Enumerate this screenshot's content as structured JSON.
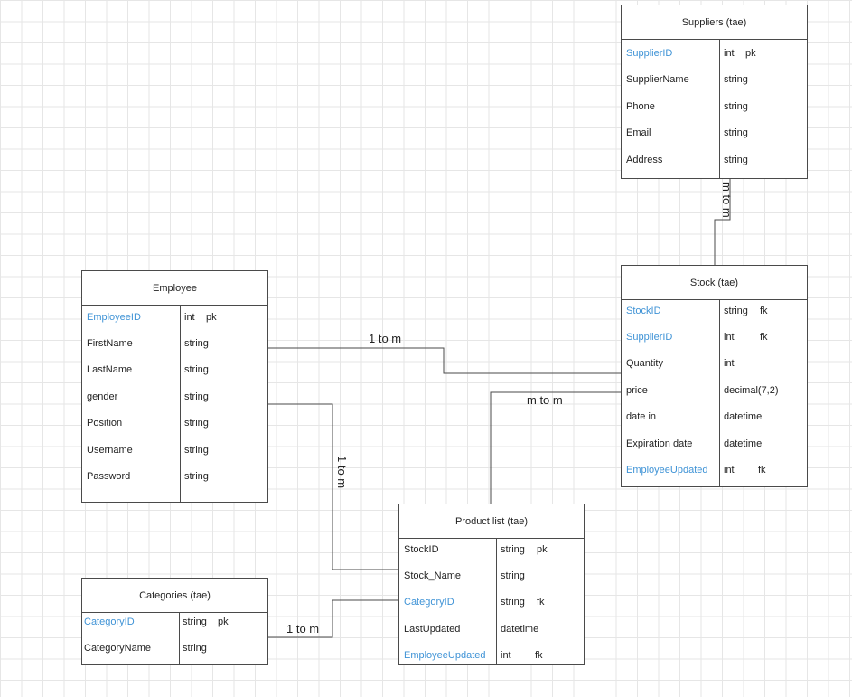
{
  "entities": {
    "suppliers": {
      "title": "Suppliers (tae)",
      "fields": [
        {
          "name": "SupplierID",
          "type": "int",
          "key": "pk",
          "highlight": true
        },
        {
          "name": "SupplierName",
          "type": "string",
          "key": "",
          "highlight": false
        },
        {
          "name": "Phone",
          "type": "string",
          "key": "",
          "highlight": false
        },
        {
          "name": "Email",
          "type": "string",
          "key": "",
          "highlight": false
        },
        {
          "name": "Address",
          "type": "string",
          "key": "",
          "highlight": false
        }
      ]
    },
    "stock": {
      "title": "Stock (tae)",
      "fields": [
        {
          "name": "StockID",
          "type": "string",
          "key": "fk",
          "highlight": true
        },
        {
          "name": "SupplierID",
          "type": "int",
          "key": "fk",
          "highlight": true
        },
        {
          "name": "Quantity",
          "type": "int",
          "key": "",
          "highlight": false
        },
        {
          "name": "price",
          "type": "decimal(7,2)",
          "key": "",
          "highlight": false
        },
        {
          "name": "date in",
          "type": "datetime",
          "key": "",
          "highlight": false
        },
        {
          "name": "Expiration date",
          "type": "datetime",
          "key": "",
          "highlight": false
        },
        {
          "name": "EmployeeUpdated",
          "type": "int",
          "key": "fk",
          "highlight": true
        }
      ]
    },
    "employee": {
      "title": "Employee",
      "fields": [
        {
          "name": "EmployeeID",
          "type": "int",
          "key": "pk",
          "highlight": true
        },
        {
          "name": "FirstName",
          "type": "string",
          "key": "",
          "highlight": false
        },
        {
          "name": "LastName",
          "type": "string",
          "key": "",
          "highlight": false
        },
        {
          "name": "gender",
          "type": "string",
          "key": "",
          "highlight": false
        },
        {
          "name": "Position",
          "type": "string",
          "key": "",
          "highlight": false
        },
        {
          "name": "Username",
          "type": "string",
          "key": "",
          "highlight": false
        },
        {
          "name": "Password",
          "type": "string",
          "key": "",
          "highlight": false
        }
      ]
    },
    "product_list": {
      "title": "Product list (tae)",
      "fields": [
        {
          "name": "StockID",
          "type": "string",
          "key": "pk",
          "highlight": false
        },
        {
          "name": "Stock_Name",
          "type": "string",
          "key": "",
          "highlight": false
        },
        {
          "name": "CategoryID",
          "type": "string",
          "key": "fk",
          "highlight": true
        },
        {
          "name": "LastUpdated",
          "type": "datetime",
          "key": "",
          "highlight": false
        },
        {
          "name": "EmployeeUpdated",
          "type": "int",
          "key": "fk",
          "highlight": true
        }
      ]
    },
    "categories": {
      "title": "Categories (tae)",
      "fields": [
        {
          "name": "CategoryID",
          "type": "string",
          "key": "pk",
          "highlight": true
        },
        {
          "name": "CategoryName",
          "type": "string",
          "key": "",
          "highlight": false
        }
      ]
    }
  },
  "relationships": [
    {
      "id": "suppliers-stock",
      "label": "m to m"
    },
    {
      "id": "employee-stock",
      "label": "1 to m"
    },
    {
      "id": "stock-product",
      "label": "m to m"
    },
    {
      "id": "employee-product",
      "label": "1 to m"
    },
    {
      "id": "categories-product",
      "label": "1 to m"
    }
  ],
  "colors": {
    "key_field": "#3f93d6",
    "border": "#4a4a4a",
    "grid": "#e6e6e6"
  }
}
